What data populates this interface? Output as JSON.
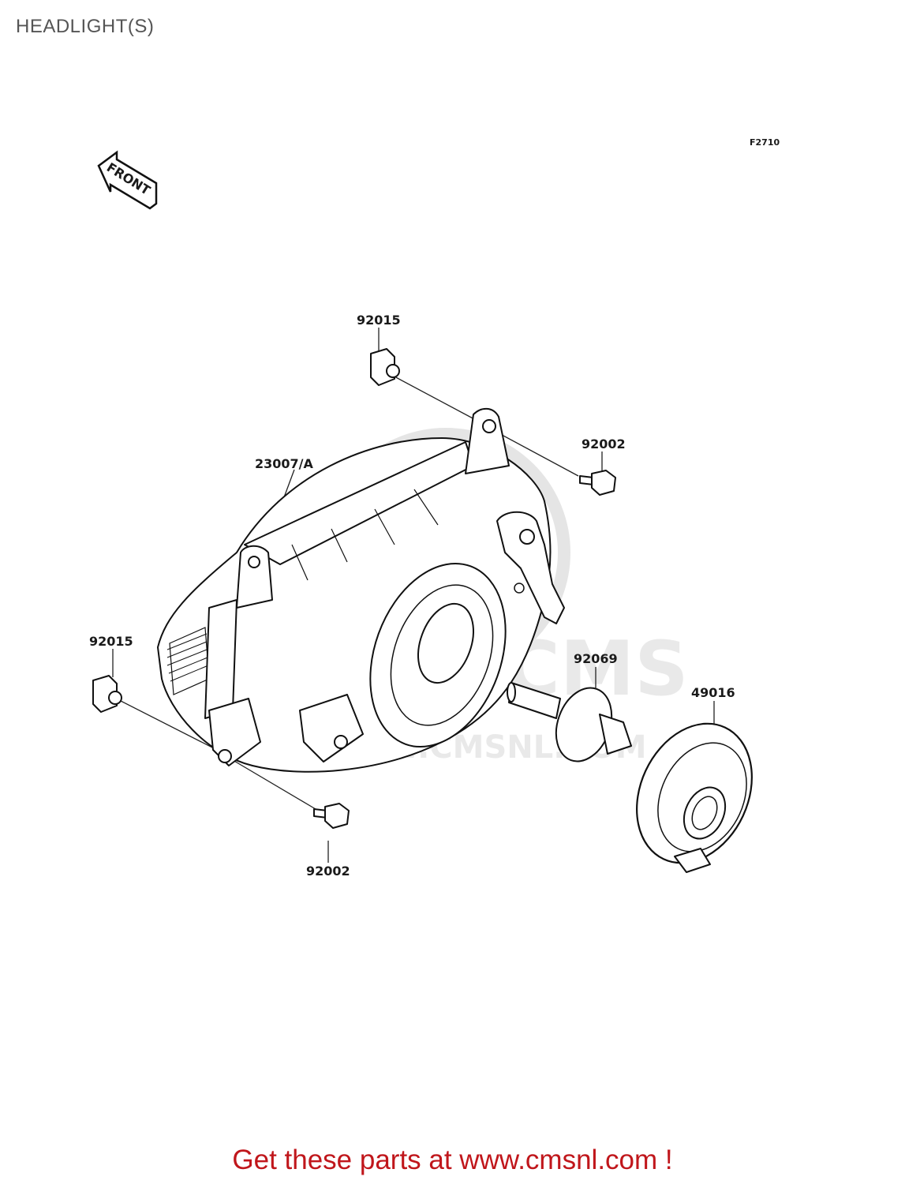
{
  "title": "HEADLIGHT(S)",
  "figure_code": "F2710",
  "front_label": "FRONT",
  "watermark": "WWW.CMSNL.COM",
  "watermark_logo": "CMS",
  "callouts": {
    "clip_top": "92015",
    "housing": "23007/A",
    "bolt_top": "92002",
    "clip_left": "92015",
    "bulb": "92069",
    "cap": "49016",
    "bolt_bottom": "92002"
  },
  "footer": "Get these parts at www.cmsnl.com !",
  "colors": {
    "footer": "#c0161b",
    "watermark": "#d8d8d8",
    "title": "#555555"
  }
}
